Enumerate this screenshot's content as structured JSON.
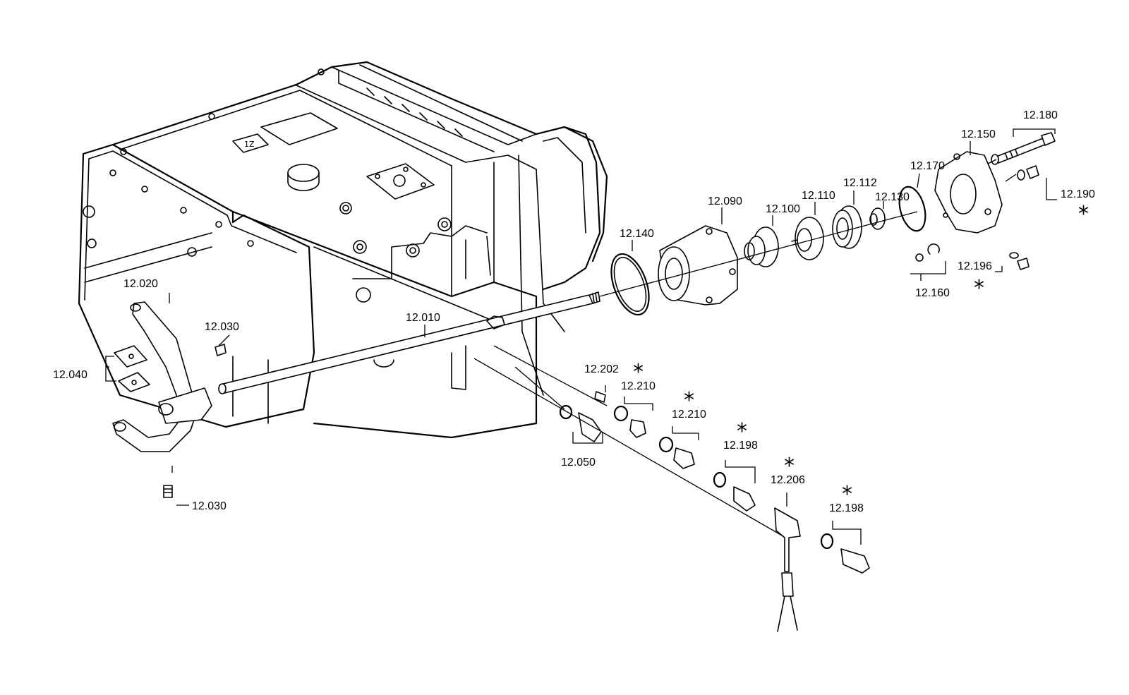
{
  "labels": {
    "p12010": "12.010",
    "p12020": "12.020",
    "p12030a": "12.030",
    "p12030b": "12.030",
    "p12040": "12.040",
    "p12050": "12.050",
    "p12090": "12.090",
    "p12100": "12.100",
    "p12110": "12.110",
    "p12112": "12.112",
    "p12130": "12.130",
    "p12140": "12.140",
    "p12150": "12.150",
    "p12160": "12.160",
    "p12170": "12.170",
    "p12180": "12.180",
    "p12190": "12.190",
    "p12196": "12.196",
    "p12198a": "12.198",
    "p12198b": "12.198",
    "p12202": "12.202",
    "p12206": "12.206",
    "p12210a": "12.210",
    "p12210b": "12.210"
  },
  "marks": {
    "asterisk": "*"
  },
  "icons": {
    "asterisk": "asterisk-icon"
  }
}
